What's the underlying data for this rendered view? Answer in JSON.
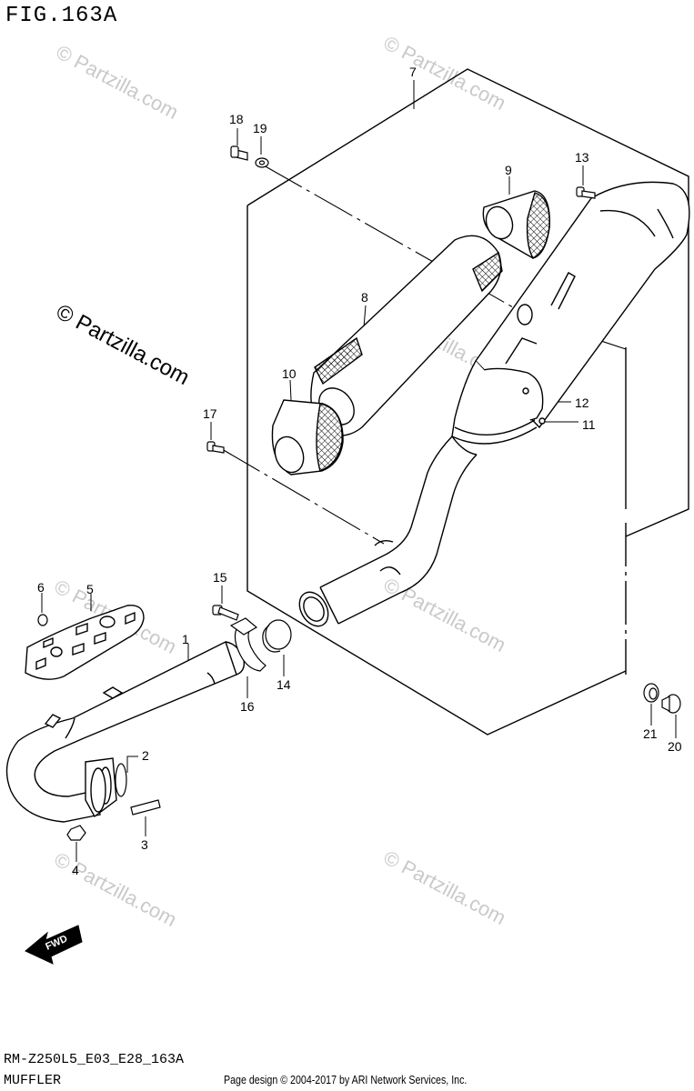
{
  "figure": {
    "title": "FIG.163A",
    "code": "RM-Z250L5_E03_E28_163A",
    "name": "MUFFLER",
    "credit": "Page design © 2004-2017 by ARI Network Services, Inc."
  },
  "watermark": {
    "text": "© Partzilla.com"
  },
  "fwd_label": "FWD",
  "callouts": [
    "1",
    "2",
    "3",
    "4",
    "5",
    "6",
    "7",
    "8",
    "9",
    "10",
    "11",
    "12",
    "13",
    "14",
    "15",
    "16",
    "17",
    "18",
    "19",
    "20",
    "21"
  ]
}
